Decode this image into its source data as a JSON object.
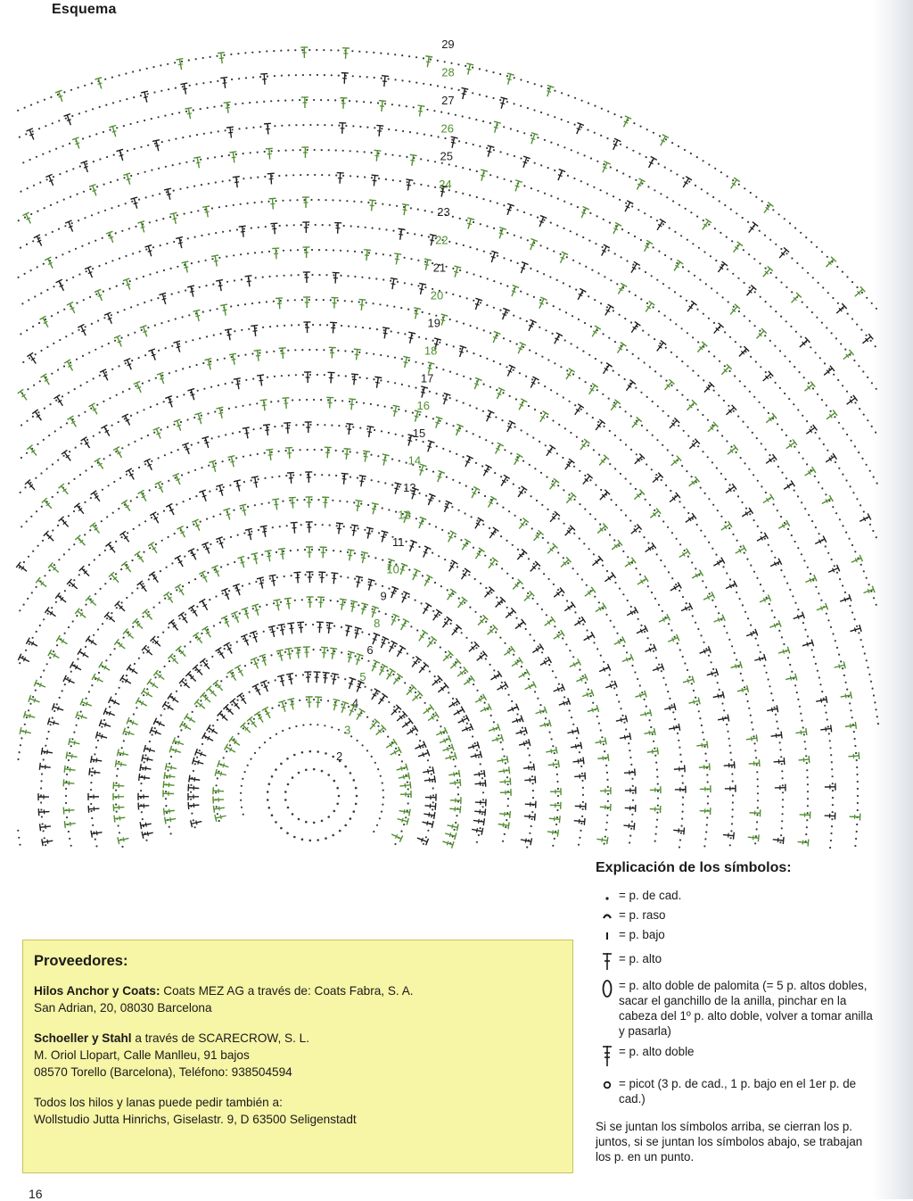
{
  "page": {
    "heading": "Esquema",
    "page_number": "16"
  },
  "chart": {
    "row_numbers": [
      "2",
      "3",
      "4",
      "5",
      "6",
      "8",
      "9",
      "10",
      "11",
      "12",
      "13",
      "14",
      "15",
      "16",
      "17",
      "18",
      "19",
      "20",
      "21",
      "22",
      "23",
      "24",
      "25",
      "26",
      "27",
      "28",
      "29"
    ],
    "colors": {
      "ink": "#1e1e1e",
      "green": "#4f8f2f",
      "dot": "#3a3a3a"
    }
  },
  "legend": {
    "title": "Explicación de los símbolos:",
    "items": [
      {
        "icon": "chain-dot-icon",
        "text": "= p. de cad."
      },
      {
        "icon": "slip-stitch-icon",
        "text": "= p. raso"
      },
      {
        "icon": "single-crochet-icon",
        "text": "= p. bajo"
      },
      {
        "icon": "double-crochet-icon",
        "text": "= p. alto"
      },
      {
        "icon": "bobble-oval-icon",
        "text": "= p. alto doble de palomita (= 5 p. altos dobles, sacar el ganchillo de la anilla, pinchar en la cabeza del 1º p. alto doble, volver a tomar anilla y pasarla)"
      },
      {
        "icon": "treble-crochet-icon",
        "text": "= p. alto doble"
      },
      {
        "icon": "picot-icon",
        "text": "= picot (3 p. de cad., 1 p. bajo en el 1er p. de cad.)"
      }
    ],
    "note": "Si se juntan los símbolos arriba, se cierran los p. juntos, si se juntan los símbolos abajo, se trabajan los p. en un punto."
  },
  "suppliers": {
    "title": "Proveedores:",
    "block1_bold": "Hilos Anchor y Coats:",
    "block1_rest": " Coats MEZ AG a través de: Coats Fabra, S. A.",
    "block1_line2": "San Adrian, 20, 08030 Barcelona",
    "block2_bold": "Schoeller y Stahl",
    "block2_rest": " a través de SCARECROW, S. L.",
    "block2_line2": "M. Oriol Llopart, Calle Manlleu, 91 bajos",
    "block2_line3": "08570 Torello (Barcelona), Teléfono: 938504594",
    "block3_line1": "Todos los hilos y lanas puede pedir también a:",
    "block3_line2": "Wollstudio Jutta Hinrichs, Giselastr. 9, D 63500 Seligenstadt"
  }
}
